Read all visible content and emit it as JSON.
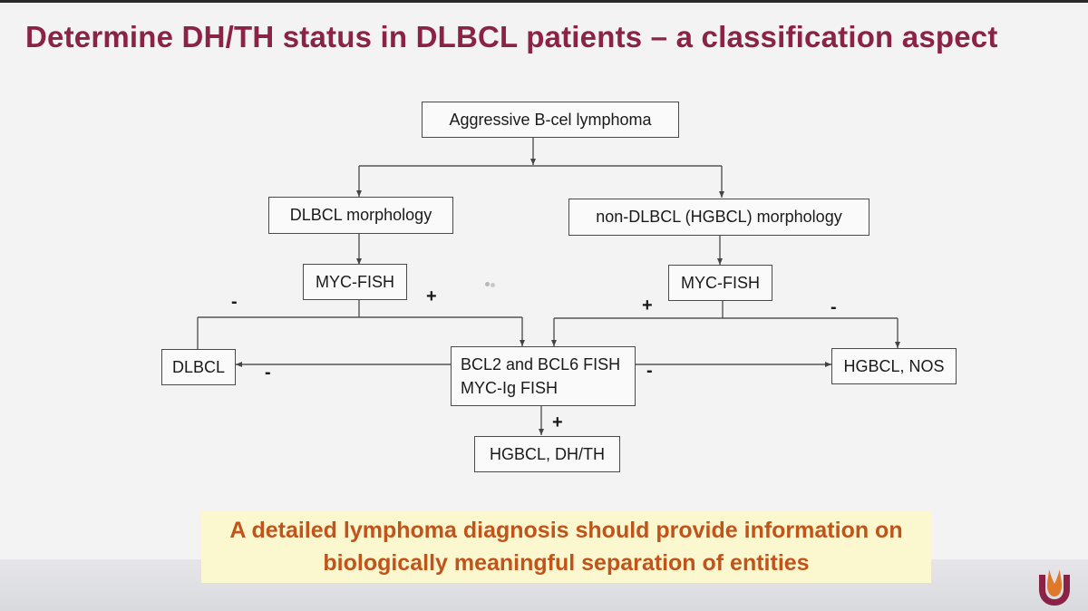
{
  "slide": {
    "title": "Determine DH/TH status in DLBCL patients – a classification aspect"
  },
  "flowchart": {
    "root": "Aggressive B-cel lymphoma",
    "dlbcl_morphology": "DLBCL morphology",
    "non_dlbcl_morphology": "non-DLBCL (HGBCL) morphology",
    "myc_fish_left": "MYC-FISH",
    "myc_fish_right": "MYC-FISH",
    "bcl_fish_line1": "BCL2 and BCL6 FISH",
    "bcl_fish_line2": "MYC-Ig FISH",
    "dlbcl": "DLBCL",
    "hgbcl_nos": "HGBCL, NOS",
    "hgbcl_dhth": "HGBCL, DH/TH",
    "signs": {
      "left_minus": "-",
      "left_plus": "+",
      "right_plus": "+",
      "right_minus": "-",
      "to_dlbcl_minus": "-",
      "to_nos_minus": "-",
      "to_dhth_plus": "+"
    }
  },
  "note": {
    "line1": "A detailed lymphoma diagnosis should provide information on",
    "line2": "biologically meaningful separation of entities"
  },
  "colors": {
    "title": "#8a2346",
    "note_text": "#c0541a",
    "note_bg": "#fbf7cf",
    "logo_orange": "#e0782a",
    "logo_maroon": "#8a2346"
  }
}
